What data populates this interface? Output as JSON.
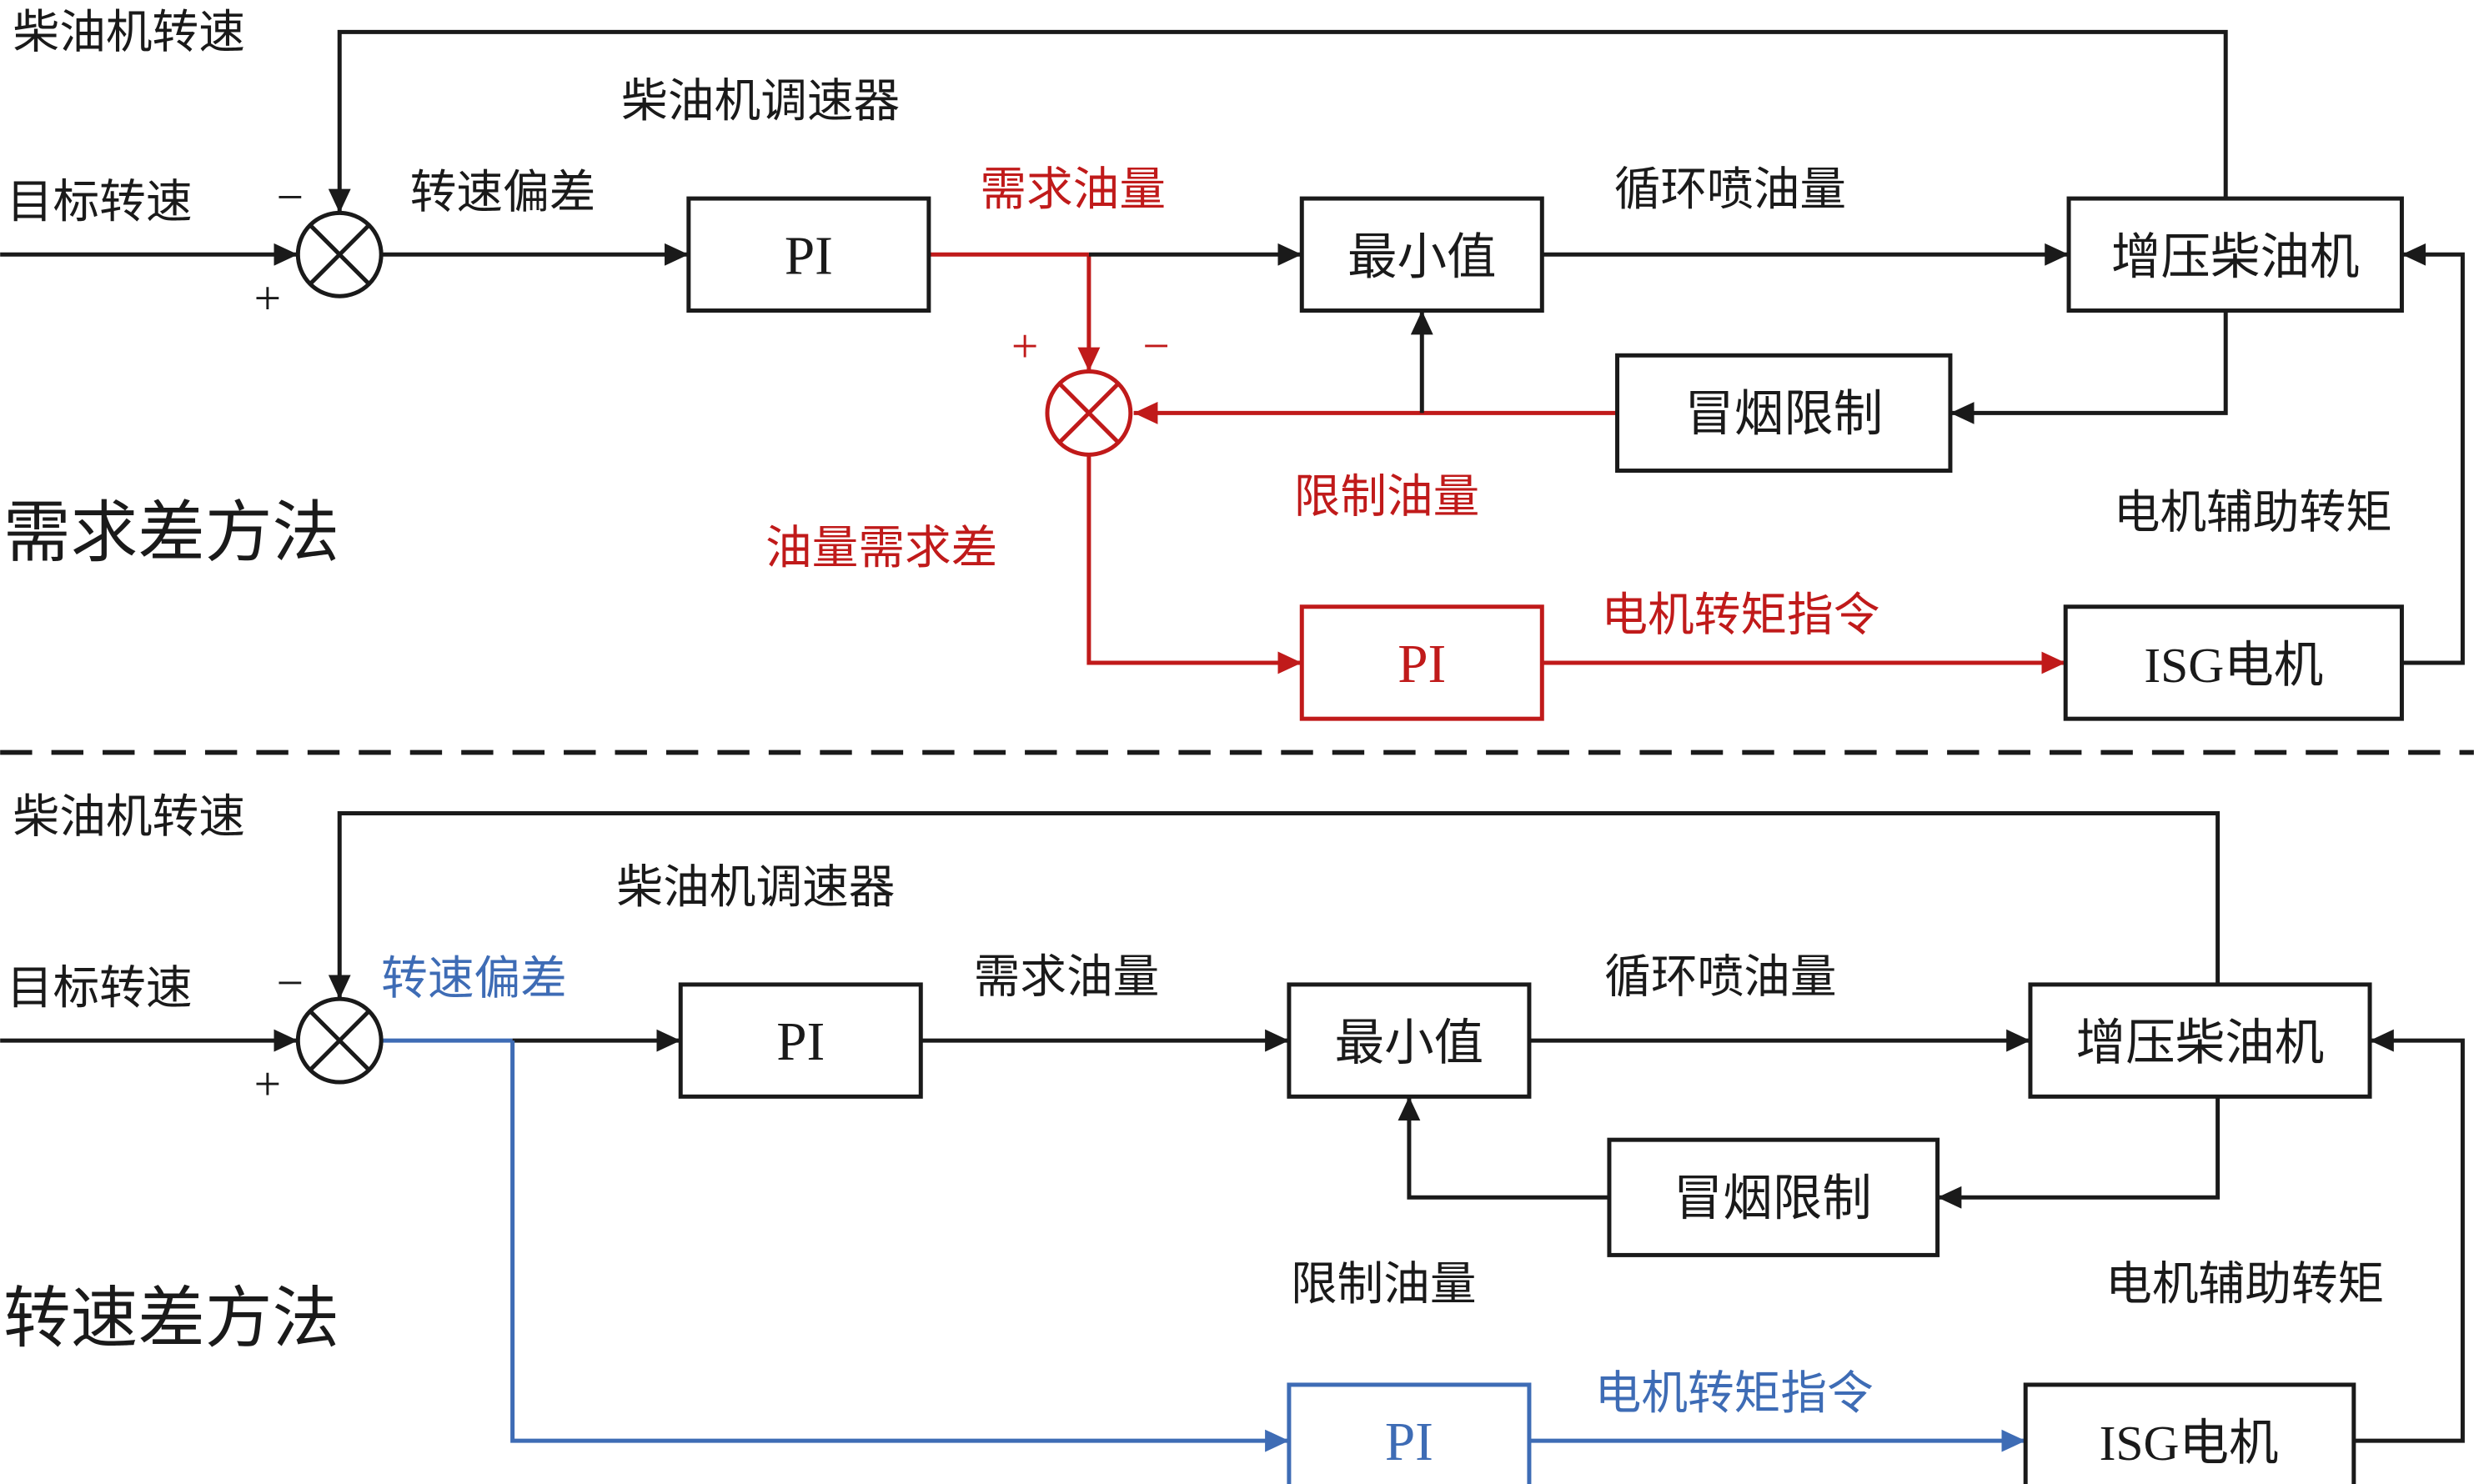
{
  "colors": {
    "black": "#1a1a1a",
    "red": "#c01a1a",
    "blue": "#3e6cb5",
    "background": "#ffffff"
  },
  "top": {
    "method": "需求差方法",
    "engine_speed": "柴油机转速",
    "target_speed": "目标转速",
    "sum1_minus": "−",
    "sum1_plus": "+",
    "speed_deviation": "转速偏差",
    "governor_caption": "柴油机调速器",
    "governor_pi": "PI",
    "demand_fuel": "需求油量",
    "sum2_plus": "+",
    "sum2_minus": "−",
    "min_value": "最小值",
    "cycle_injection": "循环喷油量",
    "engine": "增压柴油机",
    "smoke_limit": "冒烟限制",
    "limit_fuel": "限制油量",
    "motor_assist_torque": "电机辅助转矩",
    "fuel_demand_diff": "油量需求差",
    "motor_pi": "PI",
    "motor_torque_cmd": "电机转矩指令",
    "isg": "ISG电机"
  },
  "bottom": {
    "method": "转速差方法",
    "engine_speed": "柴油机转速",
    "target_speed": "目标转速",
    "sum1_minus": "−",
    "sum1_plus": "+",
    "speed_deviation": "转速偏差",
    "governor_caption": "柴油机调速器",
    "governor_pi": "PI",
    "demand_fuel": "需求油量",
    "min_value": "最小值",
    "cycle_injection": "循环喷油量",
    "engine": "增压柴油机",
    "smoke_limit": "冒烟限制",
    "limit_fuel": "限制油量",
    "motor_assist_torque": "电机辅助转矩",
    "motor_pi": "PI",
    "motor_torque_cmd": "电机转矩指令",
    "isg": "ISG电机"
  }
}
